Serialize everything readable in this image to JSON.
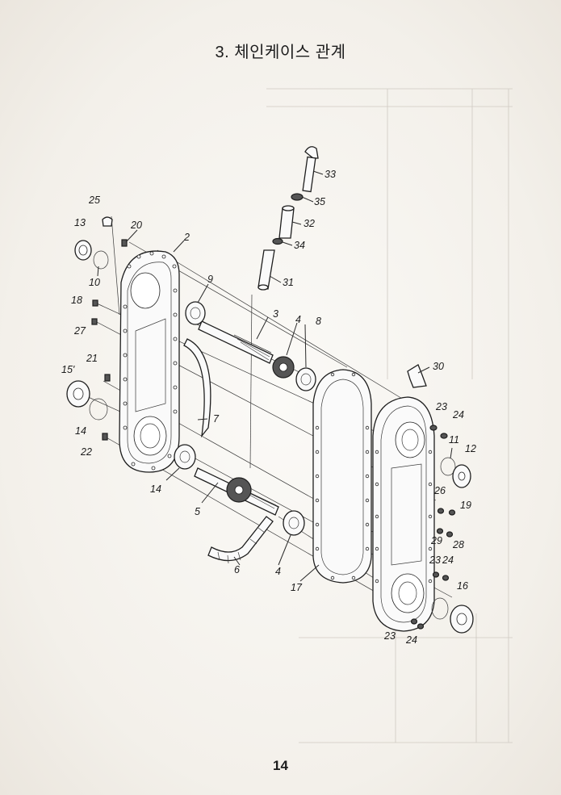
{
  "title": "3.  체인케이스 관계",
  "page_number": "14",
  "part_labels": [
    {
      "id": "l2",
      "text": "2"
    },
    {
      "id": "l3",
      "text": "3"
    },
    {
      "id": "l4a",
      "text": "4"
    },
    {
      "id": "l4b",
      "text": "4"
    },
    {
      "id": "l5",
      "text": "5"
    },
    {
      "id": "l6",
      "text": "6"
    },
    {
      "id": "l7",
      "text": "7"
    },
    {
      "id": "l8",
      "text": "8"
    },
    {
      "id": "l9",
      "text": "9"
    },
    {
      "id": "l10",
      "text": "10"
    },
    {
      "id": "l11",
      "text": "11"
    },
    {
      "id": "l12",
      "text": "12"
    },
    {
      "id": "l13",
      "text": "13"
    },
    {
      "id": "l14a",
      "text": "14"
    },
    {
      "id": "l14b",
      "text": "14"
    },
    {
      "id": "l15",
      "text": "15'"
    },
    {
      "id": "l16",
      "text": "16"
    },
    {
      "id": "l17",
      "text": "17"
    },
    {
      "id": "l18",
      "text": "18"
    },
    {
      "id": "l19",
      "text": "19"
    },
    {
      "id": "l20",
      "text": "20"
    },
    {
      "id": "l21",
      "text": "21"
    },
    {
      "id": "l22",
      "text": "22"
    },
    {
      "id": "l23a",
      "text": "23"
    },
    {
      "id": "l23b",
      "text": "23"
    },
    {
      "id": "l23c",
      "text": "23"
    },
    {
      "id": "l24a",
      "text": "24"
    },
    {
      "id": "l24b",
      "text": "24"
    },
    {
      "id": "l24c",
      "text": "24"
    },
    {
      "id": "l25",
      "text": "25"
    },
    {
      "id": "l26",
      "text": "26"
    },
    {
      "id": "l27",
      "text": "27"
    },
    {
      "id": "l28",
      "text": "28"
    },
    {
      "id": "l29",
      "text": "29"
    },
    {
      "id": "l30",
      "text": "30"
    },
    {
      "id": "l31",
      "text": "31"
    },
    {
      "id": "l32",
      "text": "32"
    },
    {
      "id": "l33",
      "text": "33"
    },
    {
      "id": "l34",
      "text": "34"
    },
    {
      "id": "l35",
      "text": "35"
    }
  ],
  "colors": {
    "ink": "#1c1c1c",
    "paper": "#f6f3ee",
    "bleed": "#cfcac2"
  }
}
